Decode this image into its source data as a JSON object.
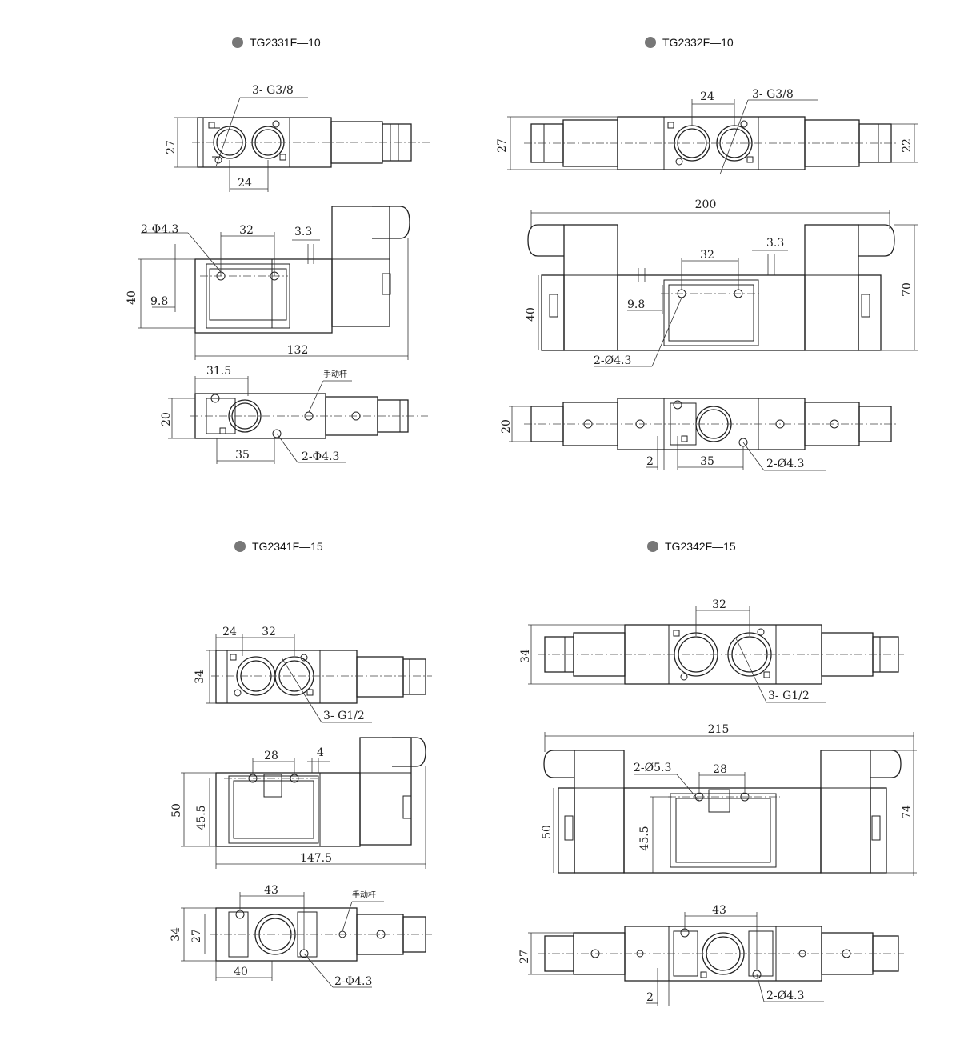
{
  "models": [
    {
      "title": "TG2331F—10",
      "dims": {
        "port": "3- G3/8",
        "h27": "27",
        "w24": "24",
        "mount": "2-Φ4.3",
        "w32": "32",
        "w33": "3.3",
        "h40": "40",
        "h98": "9.8",
        "len": "132",
        "w315": "31.5",
        "manual": "手动杆",
        "h20": "20",
        "w35": "35",
        "mount2": "2-Φ4.3"
      }
    },
    {
      "title": "TG2332F—10",
      "dims": {
        "w24": "24",
        "port": "3- G3/8",
        "h27": "27",
        "h22": "22",
        "len": "200",
        "w32": "32",
        "w33": "3.3",
        "h70": "70",
        "h98": "9.8",
        "h40": "40",
        "mount": "2-Ø4.3",
        "h20": "20",
        "w2": "2",
        "w35": "35",
        "mount2": "2-Ø4.3"
      }
    },
    {
      "title": "TG2341F—15",
      "dims": {
        "w24": "24",
        "w32": "32",
        "h34": "34",
        "port": "3- G1/2",
        "w28": "28",
        "w4": "4",
        "h50": "50",
        "h455": "45.5",
        "len": "147.5",
        "w43": "43",
        "manual": "手动杆",
        "h34b": "34",
        "h27": "27",
        "w40": "40",
        "mount2": "2-Φ4.3"
      }
    },
    {
      "title": "TG2342F—15",
      "dims": {
        "w32": "32",
        "h34": "34",
        "port": "3- G1/2",
        "len": "215",
        "mount": "2-Ø5.3",
        "w28": "28",
        "h74": "74",
        "h50": "50",
        "h455": "45.5",
        "w43": "43",
        "h27": "27",
        "w2": "2",
        "mount2": "2-Ø4.3"
      }
    }
  ]
}
